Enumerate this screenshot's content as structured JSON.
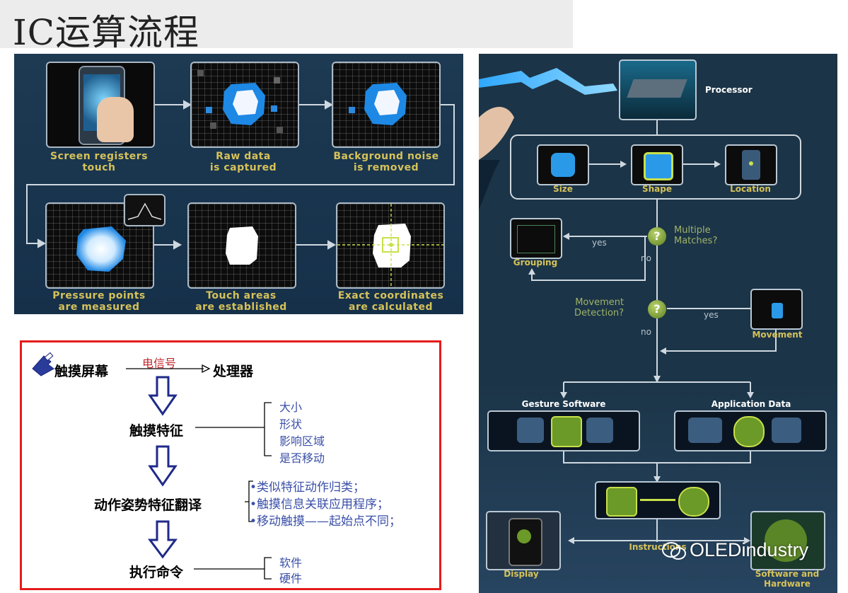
{
  "title": "IC运算流程",
  "left_diagram": {
    "captions": [
      {
        "line1": "Screen registers",
        "line2": "touch"
      },
      {
        "line1": "Raw data",
        "line2": "is captured"
      },
      {
        "line1": "Background noise",
        "line2": "is removed"
      },
      {
        "line1": "Pressure points",
        "line2": "are measured"
      },
      {
        "line1": "Touch areas",
        "line2": "are established"
      },
      {
        "line1": "Exact coordinates",
        "line2": "are calculated"
      }
    ]
  },
  "right_diagram": {
    "processor": "Processor",
    "size": "Size",
    "shape": "Shape",
    "location": "Location",
    "grouping": "Grouping",
    "multiple_matches_1": "Multiple",
    "multiple_matches_2": "Matches?",
    "yes1": "yes",
    "no1": "no",
    "movement_detection_1": "Movement",
    "movement_detection_2": "Detection?",
    "yes2": "yes",
    "no2": "no",
    "movement": "Movement",
    "gesture_software": "Gesture Software",
    "application_data": "Application Data",
    "instructions": "Instructions",
    "display": "Display",
    "software_hardware_1": "Software and",
    "software_hardware_2": "Hardware"
  },
  "flow": {
    "touch_screen": "触摸屏幕",
    "electric_signal": "电信号",
    "processor": "处理器",
    "touch_features": "触摸特征",
    "features_list": [
      "大小",
      "形状",
      "影响区域",
      "是否移动"
    ],
    "gesture_translation": "动作姿势特征翻译",
    "translation_list": [
      "•类似特征动作归类；",
      "•触摸信息关联应用程序；",
      "•移动触摸——起始点不同；"
    ],
    "execute_command": "执行命令",
    "command_list": [
      "软件",
      "硬件"
    ]
  },
  "watermark": "OLEDindustry",
  "colors": {
    "red_border": "#e51b1b",
    "blue_text": "#3a4fa8",
    "caption_yellow": "#d6c25a",
    "arrow_navy": "#1f2a8a"
  }
}
